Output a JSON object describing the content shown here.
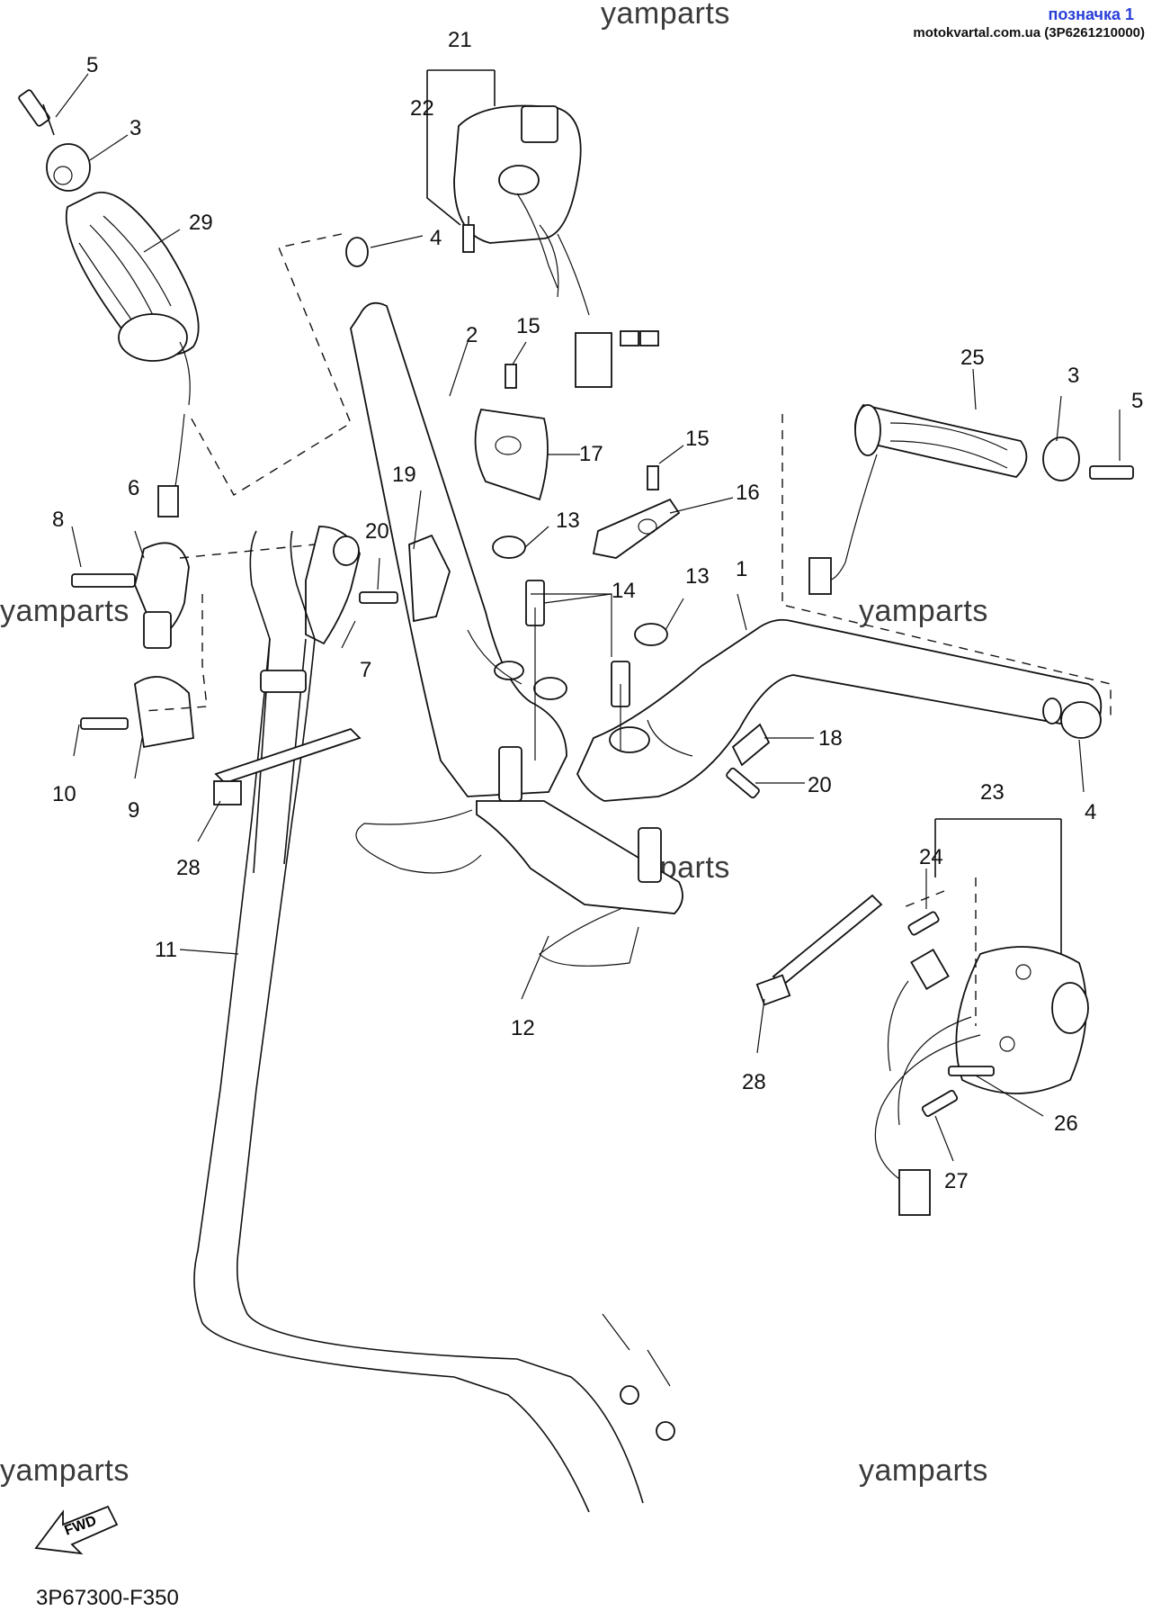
{
  "header": {
    "label": "позначка 1",
    "source": "motokvartal.com.ua (3P6261210000)"
  },
  "watermarks": [
    "yamparts",
    "yamparts",
    "yamparts",
    "yamparts",
    "yamparts",
    "yamparts"
  ],
  "diagram_code": "3P67300-F350",
  "fwd_label": "FWD",
  "callouts": {
    "c1": "1",
    "c2": "2",
    "c3a": "3",
    "c3b": "3",
    "c4a": "4",
    "c4b": "4",
    "c5a": "5",
    "c5b": "5",
    "c6": "6",
    "c7": "7",
    "c8": "8",
    "c9": "9",
    "c10": "10",
    "c11": "11",
    "c12": "12",
    "c13a": "13",
    "c13b": "13",
    "c14": "14",
    "c15a": "15",
    "c15b": "15",
    "c16": "16",
    "c17": "17",
    "c18": "18",
    "c19": "19",
    "c20a": "20",
    "c20b": "20",
    "c21": "21",
    "c22": "22",
    "c23": "23",
    "c24": "24",
    "c25": "25",
    "c26": "26",
    "c27": "27",
    "c28a": "28",
    "c28b": "28",
    "c29": "29"
  }
}
